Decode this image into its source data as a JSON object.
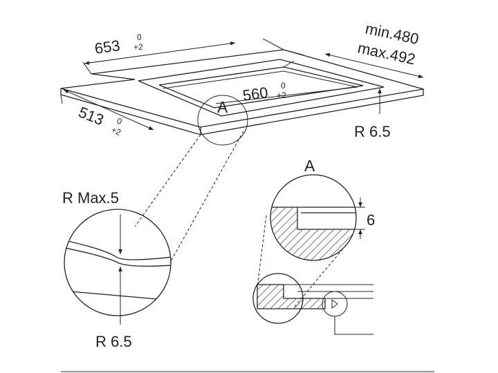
{
  "dimensions": {
    "cutout_length": {
      "value": "653",
      "tol_upper": "0",
      "tol_lower": "+2"
    },
    "cutout_depth": {
      "value": "513",
      "tol_upper": "0",
      "tol_lower": "+2"
    },
    "inner_length": {
      "value": "560",
      "tol_upper": "0",
      "tol_lower": "+2"
    },
    "worktop_min": "min.480",
    "worktop_max": "max.492",
    "corner_radius": "R 6.5"
  },
  "detail_callouts": {
    "marker": "A",
    "detail_title": "A",
    "radius_max": "R Max.5",
    "radius_bottom": "R 6.5",
    "rebate_depth": "6"
  },
  "colors": {
    "line": "#231f20",
    "background": "#ffffff"
  }
}
